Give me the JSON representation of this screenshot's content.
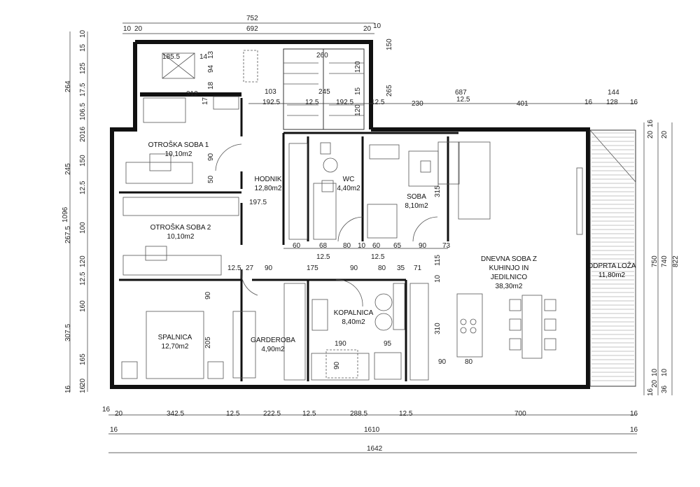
{
  "rooms": {
    "otroska1": {
      "name": "OTROŠKA SOBA 1",
      "area": "10,10m2"
    },
    "otroska2": {
      "name": "OTROŠKA SOBA 2",
      "area": "10,10m2"
    },
    "hodnik": {
      "name": "HODNIK",
      "area": "12,80m2"
    },
    "wc": {
      "name": "WC",
      "area": "4,40m2"
    },
    "soba": {
      "name": "SOBA",
      "area": "8,10m2"
    },
    "dnevna": {
      "name1": "DNEVNA SOBA Z",
      "name2": "KUHINJO IN",
      "name3": "JEDILNICO",
      "area": "38,30m2"
    },
    "loza": {
      "name": "ODPRTA LOŽA",
      "area": "11,80m2"
    },
    "spalnica": {
      "name": "SPALNICA",
      "area": "12,70m2"
    },
    "garderoba": {
      "name": "GARDEROBA",
      "area": "4,90m2"
    },
    "kopalnica": {
      "name": "KOPALNICA",
      "area": "8,40m2"
    }
  },
  "dims": {
    "top": {
      "overall": "752",
      "a": "10",
      "b": "20",
      "c": "692",
      "d": "20",
      "e": "10"
    },
    "left_outer": "1096",
    "left": [
      "10",
      "15",
      "125",
      "17.5",
      "106.5",
      "16",
      "20",
      "150",
      "12.5",
      "100",
      "120",
      "12.5",
      "160",
      "165",
      "16",
      "16",
      "20",
      "264",
      "245",
      "267.5",
      "307.5"
    ],
    "bottom": {
      "l1": [
        "16",
        "20",
        "342.5",
        "12.5",
        "222.5",
        "12.5",
        "288.5",
        "12.5",
        "700",
        "16"
      ],
      "l2": [
        "16",
        "1610",
        "16"
      ],
      "l3": "1642"
    },
    "right": [
      "16",
      "20",
      "20",
      "750",
      "740",
      "822",
      "10",
      "16",
      "20",
      "36",
      "10"
    ],
    "inner": [
      "185.5",
      "14",
      "13",
      "94",
      "18",
      "312",
      "17",
      "260",
      "150",
      "120",
      "245",
      "15",
      "103",
      "192.5",
      "12.5",
      "192.5",
      "120",
      "265",
      "12.5",
      "230",
      "687",
      "12.5",
      "401",
      "144",
      "16",
      "128",
      "16",
      "90",
      "50",
      "197.5",
      "60",
      "68",
      "80",
      "10",
      "60",
      "65",
      "90",
      "73",
      "12.5",
      "12.5",
      "315",
      "115",
      "12.5",
      "27",
      "90",
      "175",
      "90",
      "80",
      "35",
      "71",
      "10",
      "90",
      "205",
      "190",
      "95",
      "90",
      "310",
      "90",
      "80"
    ]
  }
}
